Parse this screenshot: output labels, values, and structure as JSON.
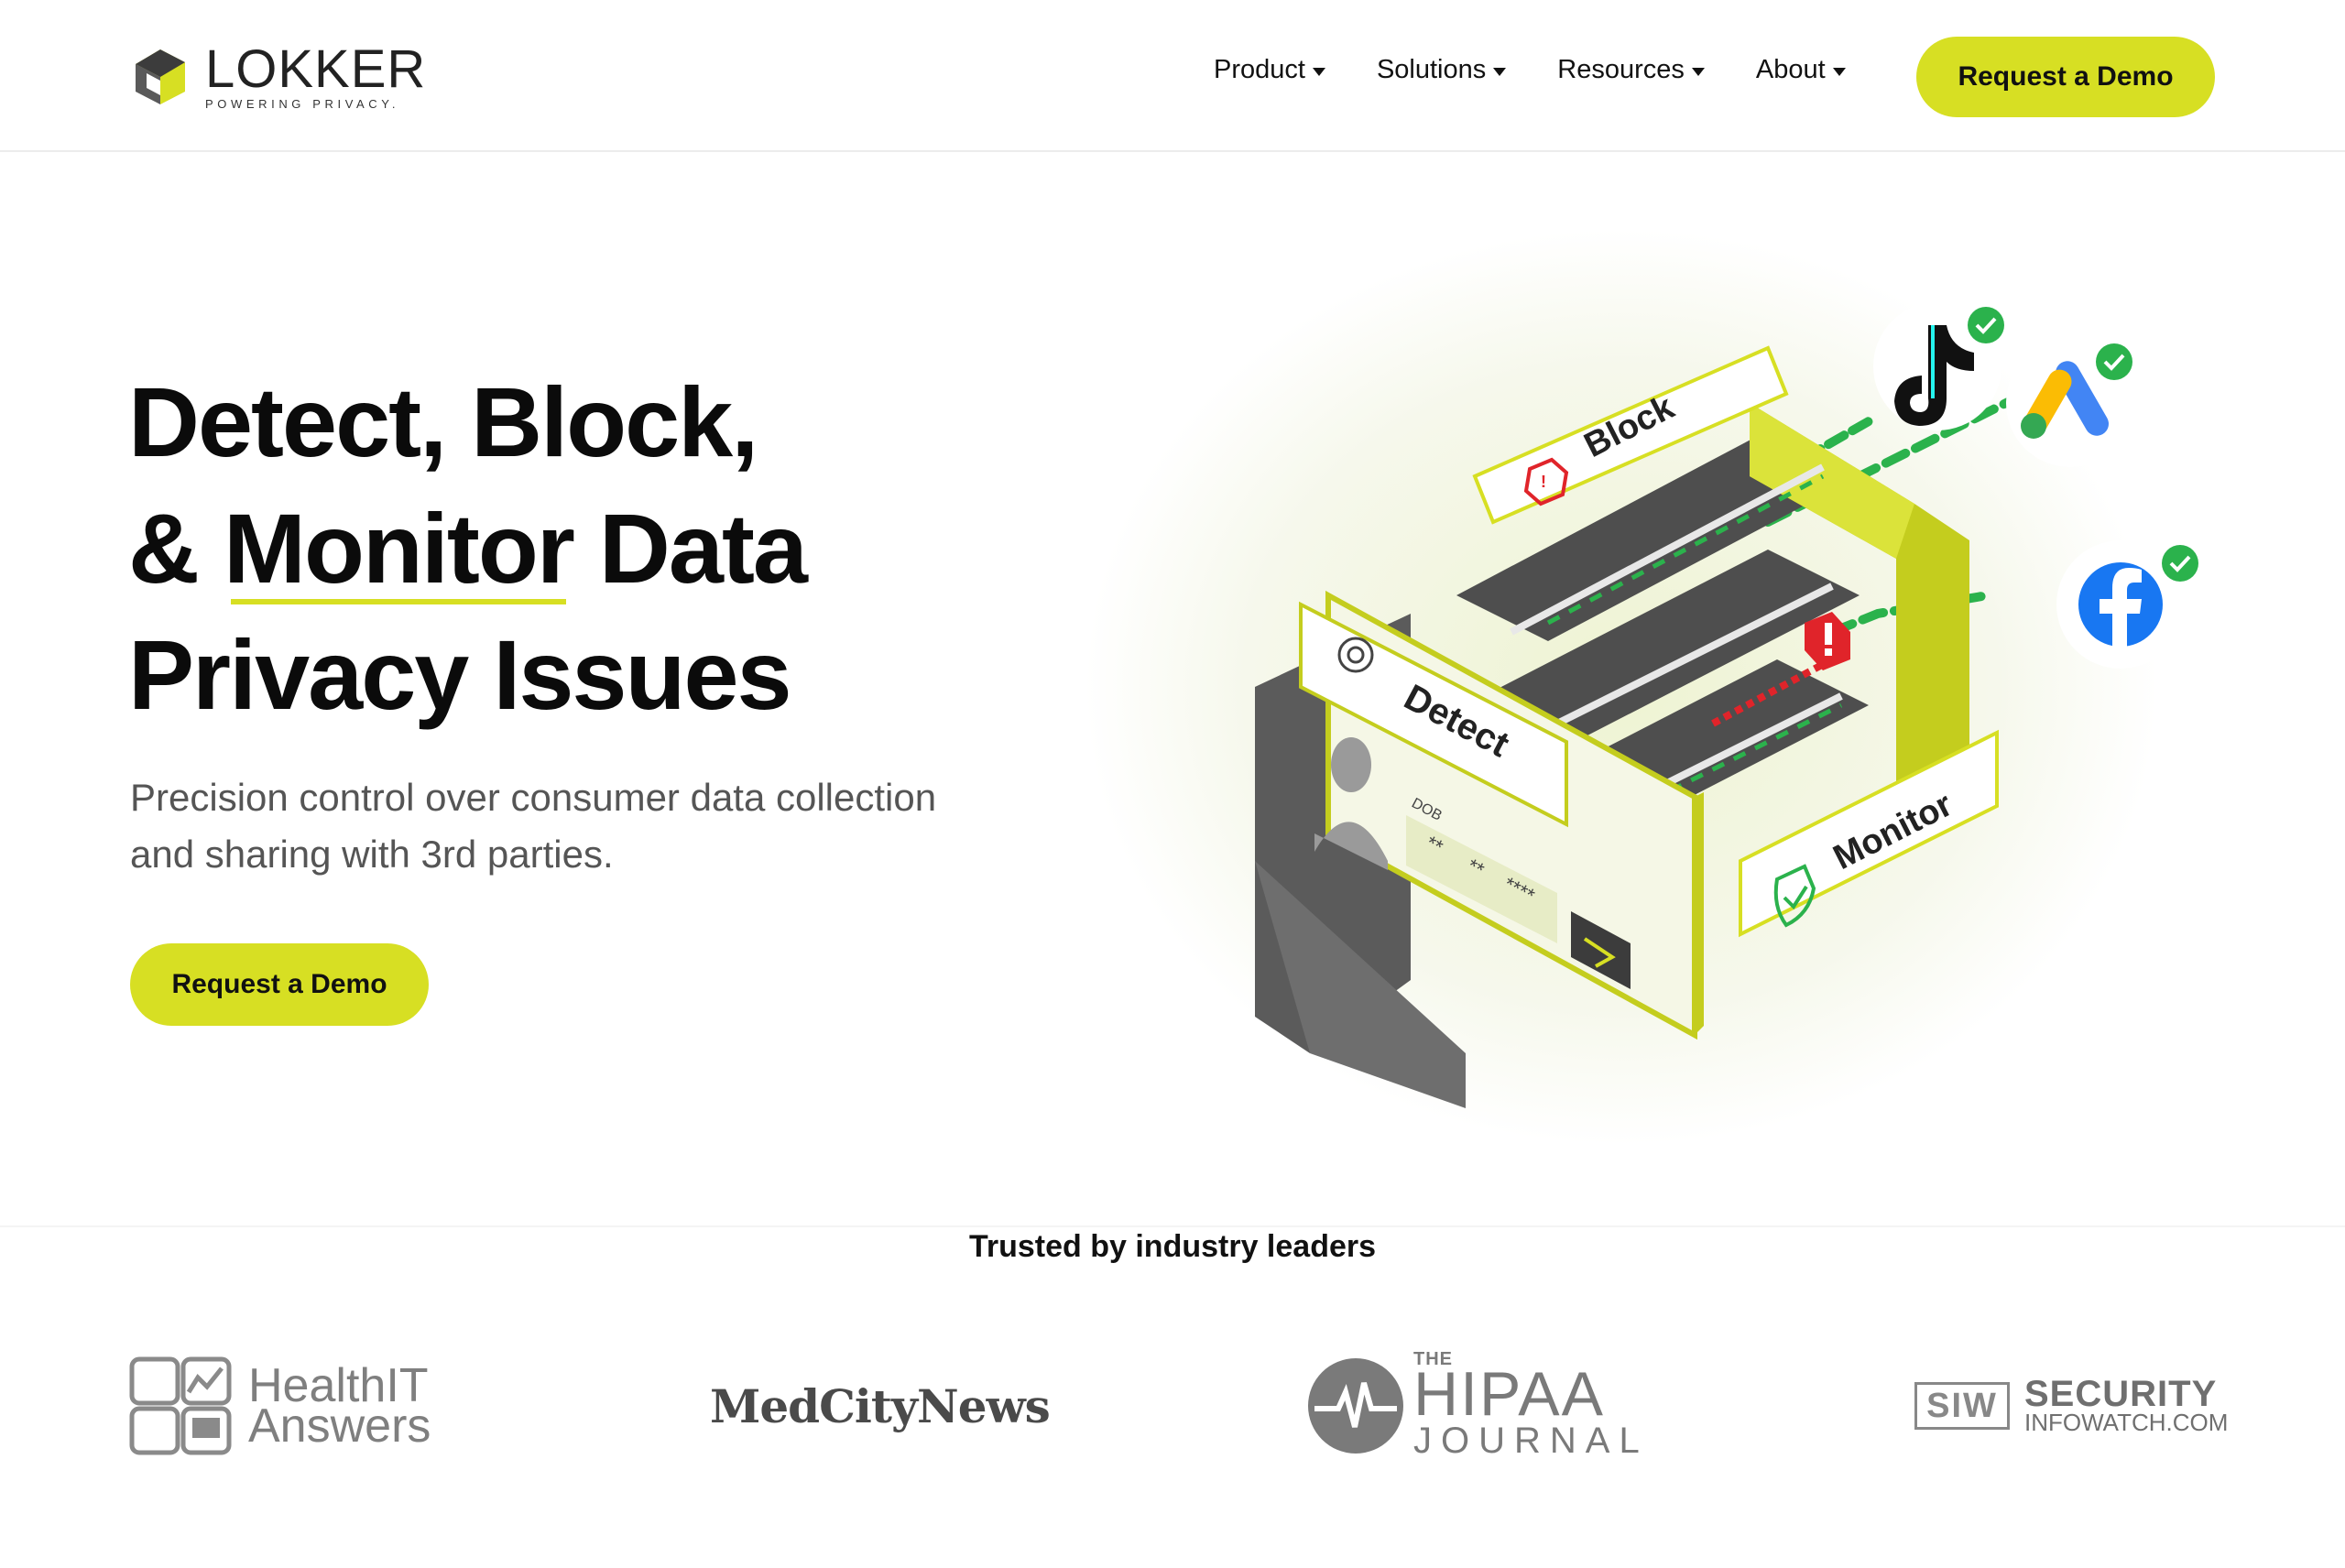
{
  "brand": {
    "name": "LOKKER",
    "tagline": "POWERING PRIVACY."
  },
  "nav": {
    "items": [
      {
        "label": "Product"
      },
      {
        "label": "Solutions"
      },
      {
        "label": "Resources"
      },
      {
        "label": "About"
      }
    ],
    "cta_label": "Request a Demo"
  },
  "hero": {
    "title_line1": "Detect, Block,",
    "title_line2_a": "& ",
    "title_line2_b": "Monitor",
    "title_line2_c": " Data",
    "title_line3": "Privacy Issues",
    "subtitle": "Precision control over consumer data collection and sharing with 3rd parties.",
    "cta_label": "Request a Demo"
  },
  "illustration": {
    "labels": {
      "block": "Block",
      "detect": "Detect",
      "monitor": "Monitor",
      "dob": "DOB",
      "mask1": "**",
      "mask2": "**",
      "mask3": "****"
    },
    "icons": [
      "tiktok-icon",
      "google-ads-icon",
      "facebook-icon"
    ]
  },
  "trusted": {
    "title": "Trusted by industry leaders",
    "partners": {
      "healthit_line1": "HealthIT",
      "healthit_line2": "Answers",
      "medcity": "MedCityNews",
      "hipaa_the": "THE",
      "hipaa_main": "HIPAA",
      "hipaa_sub": "JOURNAL",
      "siw": "SIW",
      "security_main": "SECURITY",
      "security_sub": "INFOWATCH.COM"
    }
  },
  "colors": {
    "accent": "#d7df23",
    "text": "#111111",
    "green": "#2bb24c",
    "red": "#e0242a"
  }
}
